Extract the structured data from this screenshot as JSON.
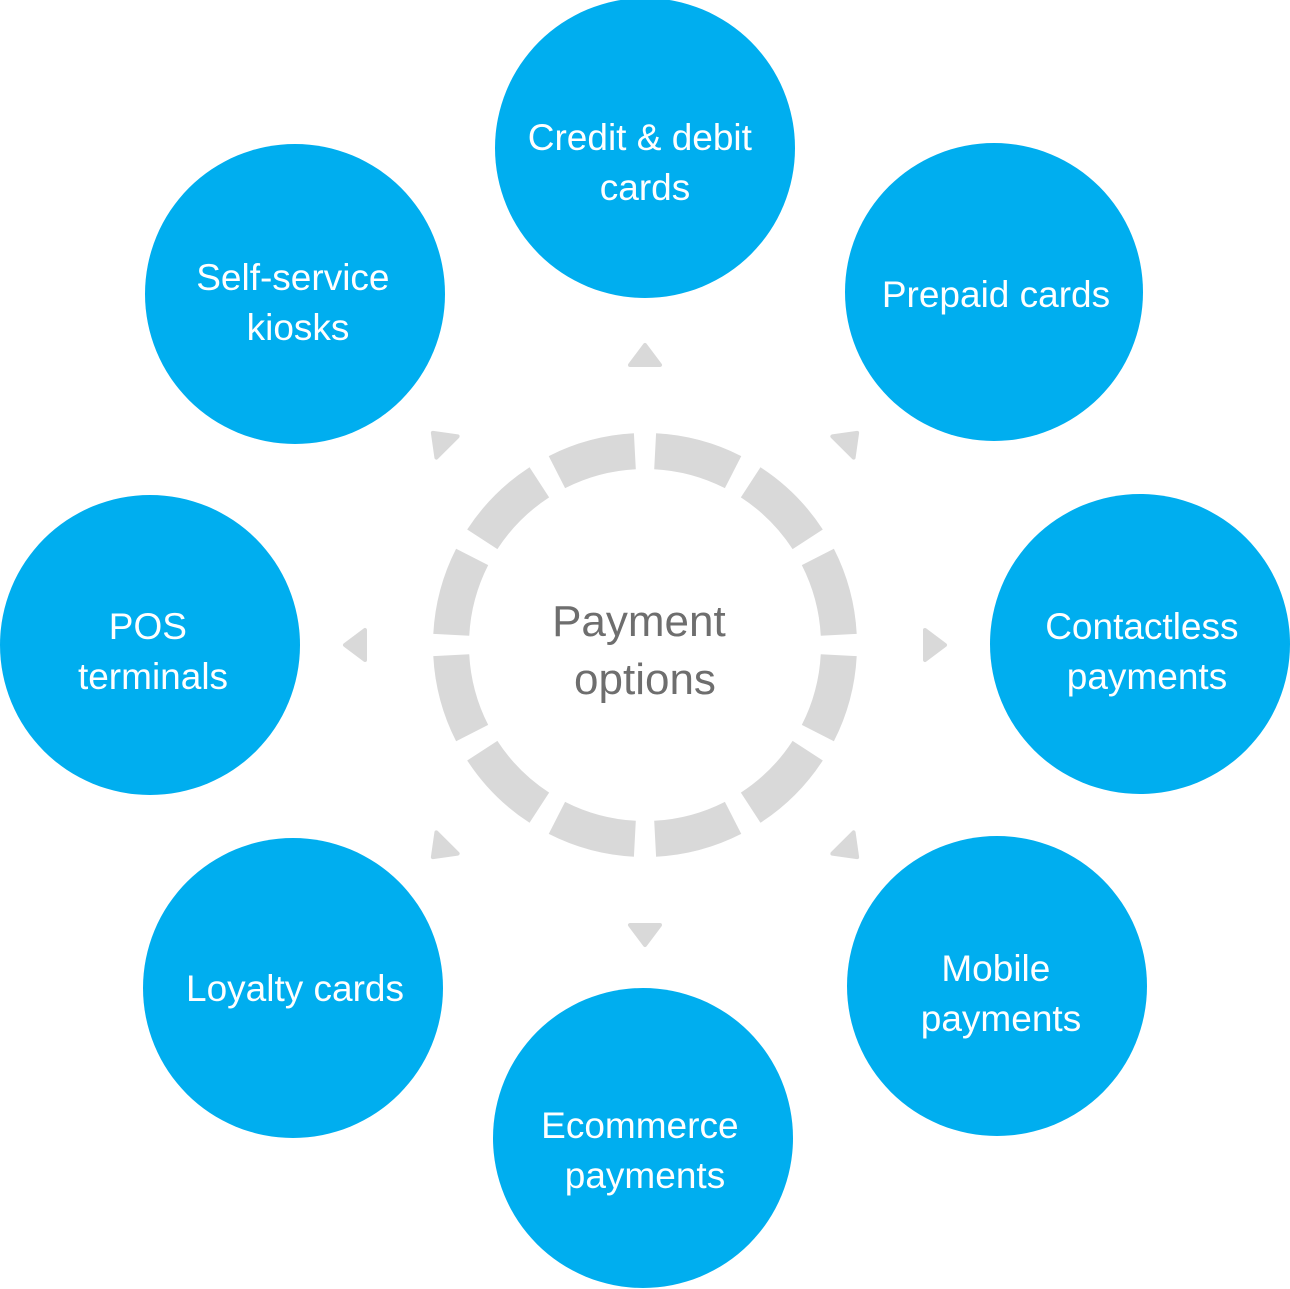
{
  "diagram": {
    "colors": {
      "node_fill": "#00AEEF",
      "node_text": "#FFFFFF",
      "ring": "#D9D9D9",
      "arrow": "#D9D9D9",
      "center_text": "#6E6E6E",
      "background": "#FFFFFF"
    },
    "center": {
      "lines": [
        "Payment",
        "options"
      ]
    },
    "nodes": [
      {
        "lines": [
          "Credit & debit",
          "cards"
        ]
      },
      {
        "lines": [
          "Prepaid cards"
        ]
      },
      {
        "lines": [
          "Contactless",
          "payments"
        ]
      },
      {
        "lines": [
          "Mobile",
          "payments"
        ]
      },
      {
        "lines": [
          "Ecommerce",
          "payments"
        ]
      },
      {
        "lines": [
          "Loyalty cards"
        ]
      },
      {
        "lines": [
          "POS",
          "terminals"
        ]
      },
      {
        "lines": [
          "Self-service",
          "kiosks"
        ]
      }
    ]
  }
}
